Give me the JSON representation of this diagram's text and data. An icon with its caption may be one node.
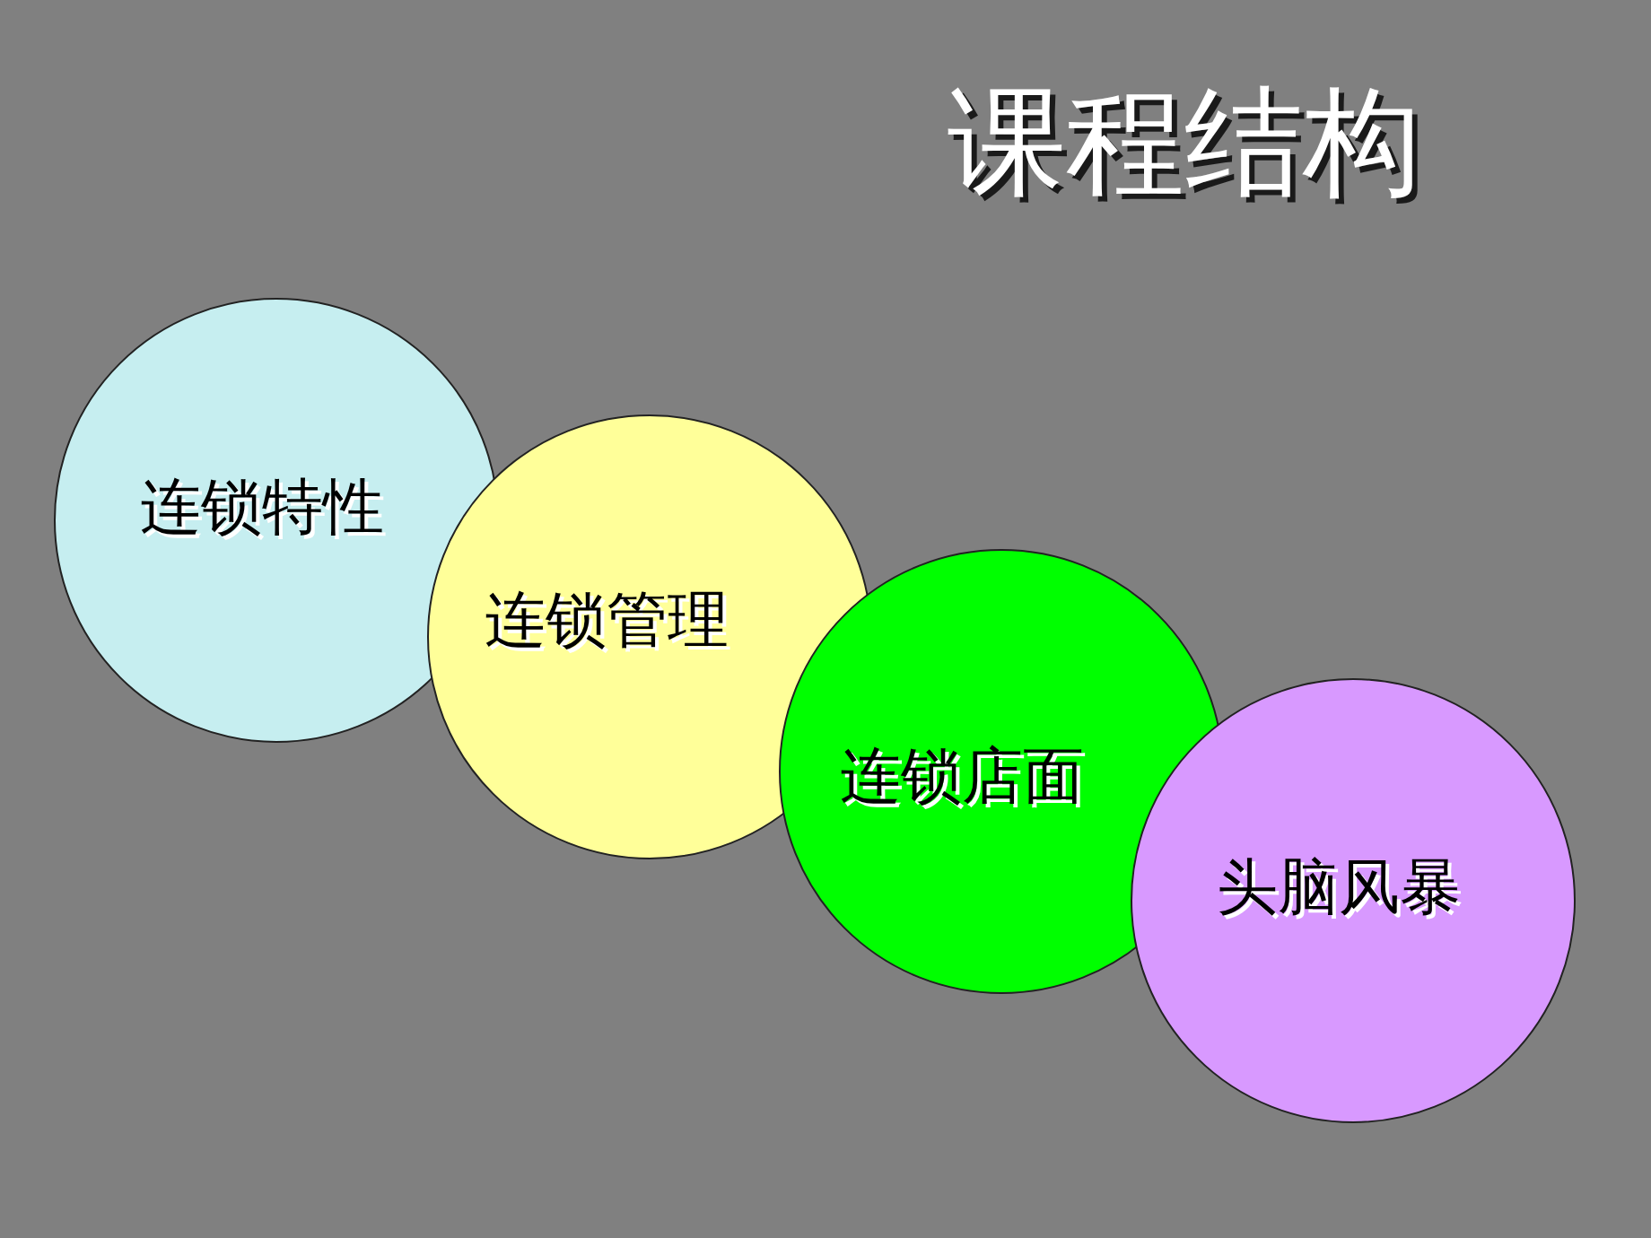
{
  "diagram": {
    "title": "课程结构",
    "nodes": [
      {
        "text": [
          "连锁特性"
        ]
      },
      {
        "text": [
          "连锁管理"
        ]
      },
      {
        "text": [
          "连锁店面"
        ]
      },
      {
        "text": [
          "头脑风暴"
        ]
      }
    ]
  }
}
